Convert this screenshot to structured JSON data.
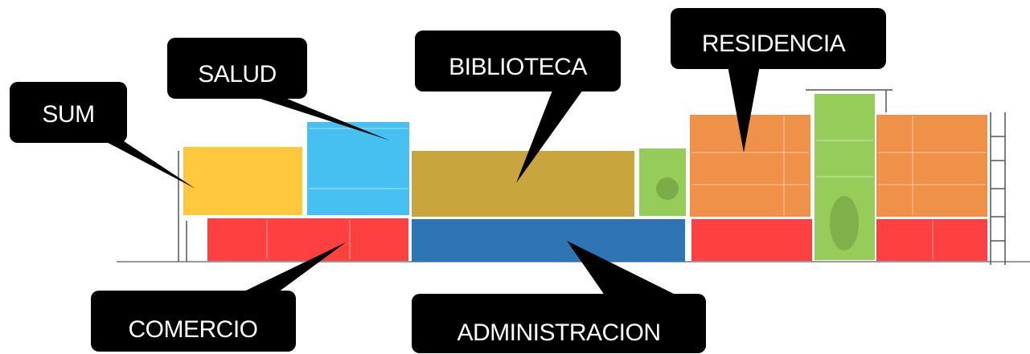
{
  "colors": {
    "sum": "#FFC83D",
    "salud": "#45C0F0",
    "biblioteca": "#C9A53D",
    "comercio": "#FF4040",
    "administracion": "#2E75B6",
    "residencia": "#F0914A",
    "vegetacion": "#96CD5A",
    "callout": "#000000",
    "callout_text": "#FFFFFF"
  },
  "labels": {
    "sum": "SUM",
    "salud": "SALUD",
    "biblioteca": "BIBLIOTECA",
    "residencia": "RESIDENCIA",
    "comercio": "COMERCIO",
    "administracion": "ADMINISTRACION"
  }
}
